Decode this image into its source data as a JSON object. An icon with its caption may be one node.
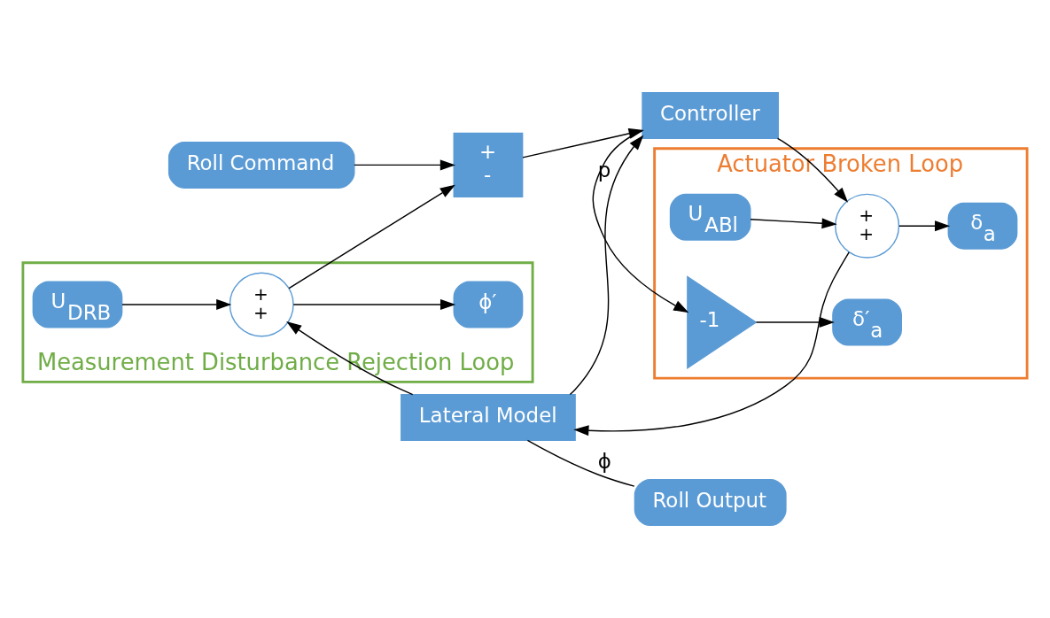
{
  "diagram": {
    "nodes": [
      {
        "text": [
          "Roll Command"
        ]
      },
      {
        "text": [
          "+",
          "-"
        ]
      },
      {
        "text": [
          "Controller"
        ]
      },
      {
        "text": [
          "Actuator Broken Loop"
        ]
      },
      {
        "text": [
          "U$_{ABl}$"
        ],
        "in": 3
      },
      {
        "text": [
          "+",
          "+"
        ],
        "in": 3
      },
      {
        "text": [
          "δ$_{a}$"
        ],
        "in": 3
      },
      {
        "text": [
          "-1"
        ],
        "in": 3
      },
      {
        "text": [
          "δ′$_{a}$"
        ],
        "in": 3
      },
      {
        "text": [
          "Lateral Model"
        ]
      },
      {
        "text": [
          "Roll Output"
        ]
      },
      {
        "text": [
          "Measurement Disturbance Rejection Loop"
        ]
      },
      {
        "text": [
          "+",
          "+"
        ],
        "in": 11
      },
      {
        "text": [
          "ϕ′"
        ],
        "in": 11
      },
      {
        "text": [
          "U$_{DRB}$"
        ],
        "in": 11
      }
    ],
    "edges": [
      {
        "from": 0,
        "to": 1,
        "arrow": "to"
      },
      {
        "from": 1,
        "to": 2,
        "arrow": "to"
      },
      {
        "from": 2,
        "to": 5,
        "arrow": "to"
      },
      {
        "from": 2,
        "to": 7,
        "arrow": "to"
      },
      {
        "from": 4,
        "to": 5,
        "arrow": "to"
      },
      {
        "from": 5,
        "to": 9,
        "arrow": "to"
      },
      {
        "from": 5,
        "to": 6,
        "arrow": "to"
      },
      {
        "from": 7,
        "to": 8,
        "arrow": "to"
      },
      {
        "from": 9,
        "to": 10,
        "label": "ϕ",
        "arrow": "none"
      },
      {
        "from": 9,
        "to": 2,
        "label": "p",
        "arrow": "to"
      },
      {
        "from": 9,
        "to": 12,
        "arrow": "to"
      },
      {
        "from": 12,
        "to": 1,
        "arrow": "to"
      },
      {
        "from": 12,
        "to": 13,
        "arrow": "to"
      },
      {
        "from": 14,
        "to": 12,
        "arrow": "to"
      }
    ]
  }
}
